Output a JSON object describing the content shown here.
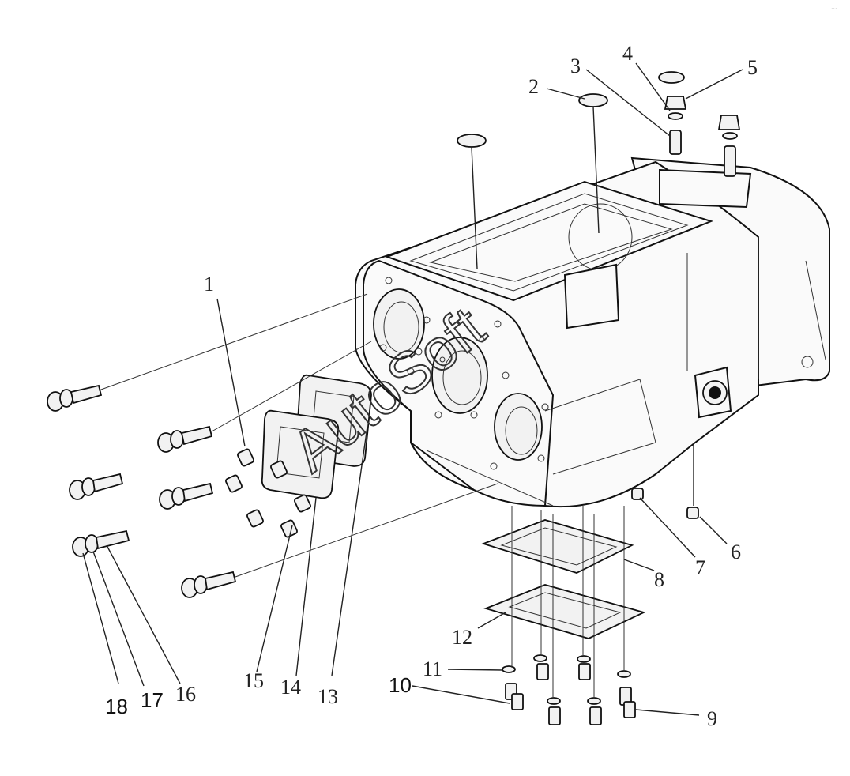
{
  "watermark": "AutoSoft",
  "corner_mark": "...",
  "callouts": [
    "1",
    "2",
    "3",
    "4",
    "5",
    "6",
    "7",
    "8",
    "9",
    "10",
    "11",
    "12",
    "13",
    "14",
    "15",
    "16",
    "17",
    "18"
  ]
}
